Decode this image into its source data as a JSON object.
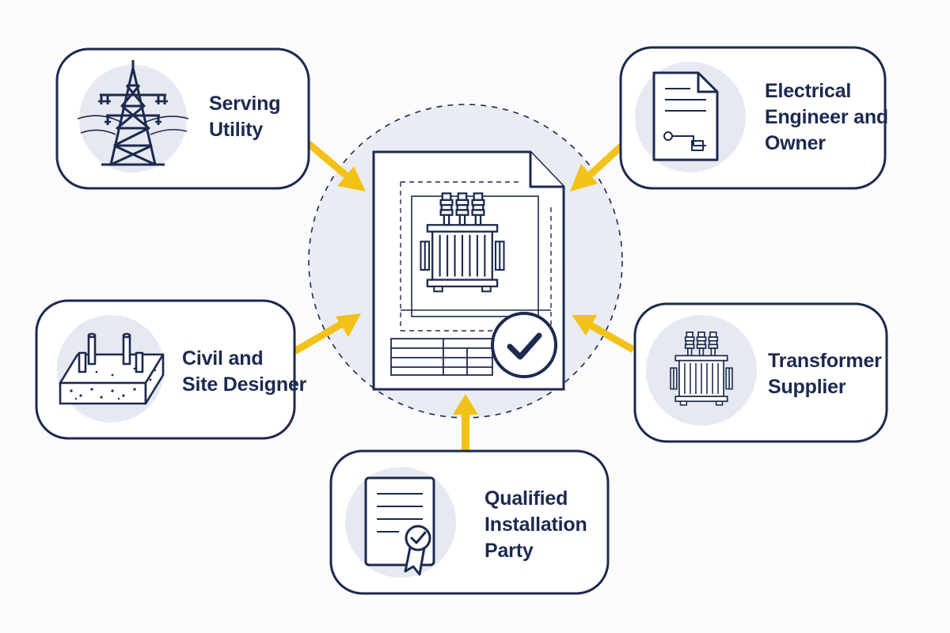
{
  "colors": {
    "stroke": "#1c2a4e",
    "accent": "#f2c218",
    "hub_fill": "#e9ecf3",
    "icon_bg": "#e6e9f1",
    "card_fill": "#ffffff",
    "background": "#fbfbfc"
  },
  "center": {
    "icon": "transformer-drawing-approved-icon"
  },
  "parties": [
    {
      "id": "serving-utility",
      "icon": "transmission-tower-icon",
      "lines": [
        "Serving",
        "Utility"
      ]
    },
    {
      "id": "electrical-engineer-owner",
      "icon": "schematic-document-icon",
      "lines": [
        "Electrical",
        "Engineer and",
        "Owner"
      ]
    },
    {
      "id": "civil-site-designer",
      "icon": "concrete-pad-anchor-bolts-icon",
      "lines": [
        "Civil and",
        "Site Designer"
      ]
    },
    {
      "id": "transformer-supplier",
      "icon": "transformer-icon",
      "lines": [
        "Transformer",
        "Supplier"
      ]
    },
    {
      "id": "qualified-installation-party",
      "icon": "certificate-icon",
      "lines": [
        "Qualified",
        "Installation",
        "Party"
      ]
    }
  ]
}
